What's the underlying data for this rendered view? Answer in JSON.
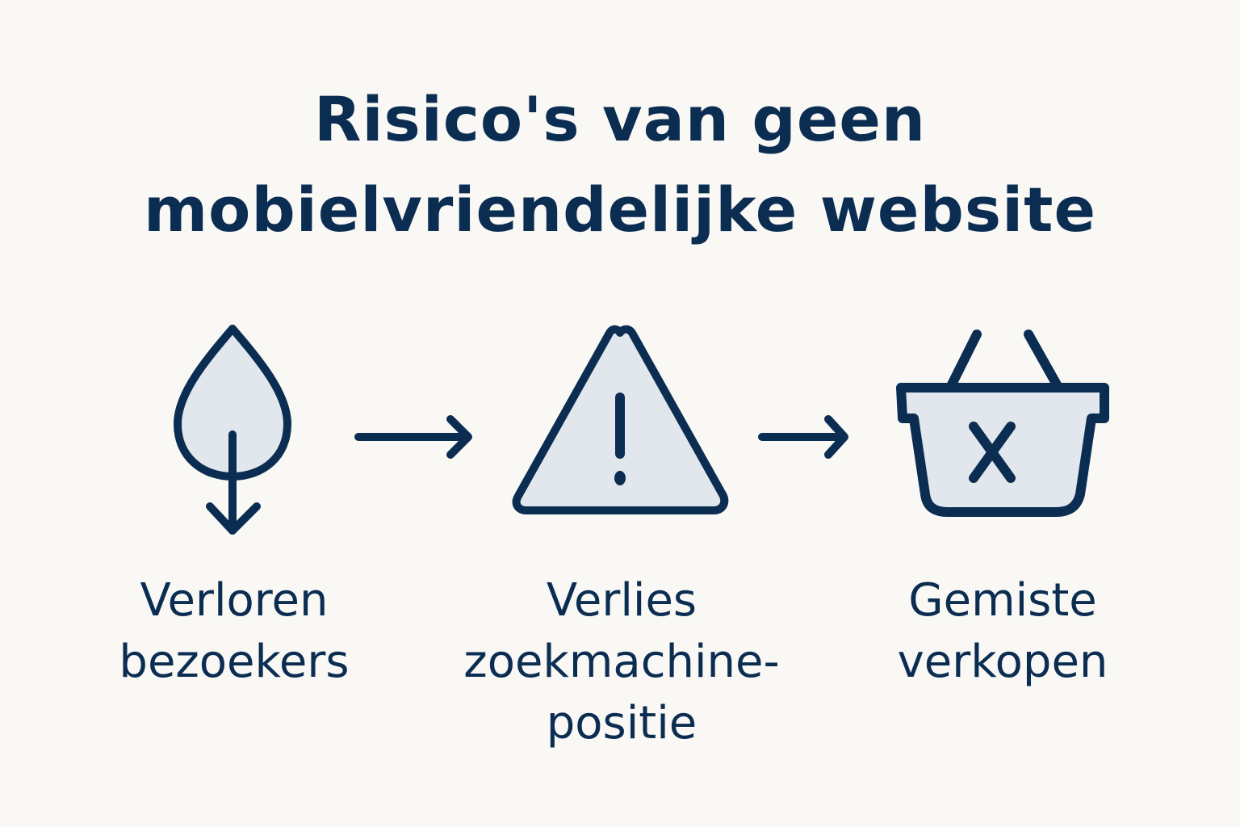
{
  "title": {
    "line1": "Risico's van geen",
    "line2": "mobielvriendelijke website"
  },
  "colors": {
    "background": "#f9f8f5",
    "stroke": "#0c2d52",
    "fill": "#e1e7ec"
  },
  "steps": [
    {
      "icon": "leaf-down-arrow-icon",
      "line1": "Verloren",
      "line2": "bezoekers"
    },
    {
      "icon": "warning-triangle-icon",
      "line1": "Verlies",
      "line2": "zoekmachine-",
      "line3": "positie"
    },
    {
      "icon": "basket-x-icon",
      "line1": "Gemiste",
      "line2": "verkopen"
    }
  ],
  "connectors": [
    {
      "icon": "arrow-right-icon"
    },
    {
      "icon": "arrow-right-icon"
    }
  ]
}
